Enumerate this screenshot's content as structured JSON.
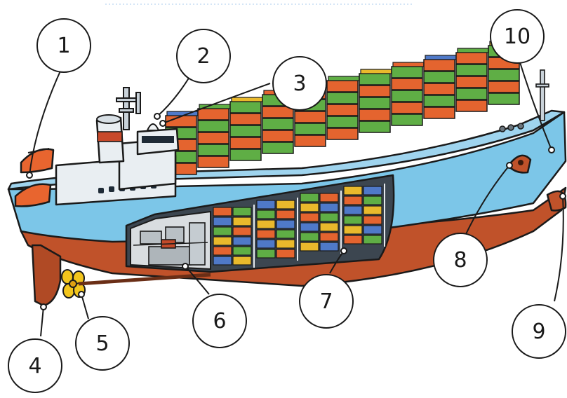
{
  "diagram": {
    "subject": "container ship cutaway",
    "callouts": [
      {
        "id": 1,
        "label": "1"
      },
      {
        "id": 2,
        "label": "2"
      },
      {
        "id": 3,
        "label": "3"
      },
      {
        "id": 4,
        "label": "4"
      },
      {
        "id": 5,
        "label": "5"
      },
      {
        "id": 6,
        "label": "6"
      },
      {
        "id": 7,
        "label": "7"
      },
      {
        "id": 8,
        "label": "8"
      },
      {
        "id": 9,
        "label": "9"
      },
      {
        "id": 10,
        "label": "10"
      }
    ]
  },
  "colors": {
    "hull_lower": "#c0522a",
    "hull_band": "#7cc6e8",
    "deck": "#9fd4ee",
    "superstructure": "#e9eef2",
    "funnel_red": "#c8492b",
    "container_orange": "#e4642f",
    "container_blue": "#4f79c8",
    "container_green": "#5fae45",
    "container_yellow": "#e9b92c",
    "propeller": "#f2c51c",
    "lifeboat": "#e8652f",
    "interior": "#d9dde0",
    "outline": "#1a1a1a",
    "top_link": "#2a7fd6"
  }
}
